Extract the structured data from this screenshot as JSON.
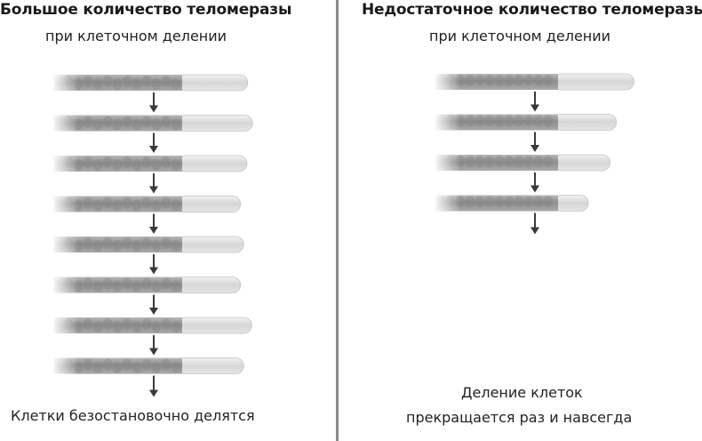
{
  "left": {
    "title": "Большое количество теломеразы",
    "subtitle": "при клеточном делении",
    "caption": "Клетки безостановочно делятся",
    "chromosome_count": 8,
    "telomere_lengths": [
      0.82,
      0.88,
      0.81,
      0.73,
      0.77,
      0.73,
      0.87,
      0.77
    ]
  },
  "right": {
    "title": "Недостаточное количество теломеразы",
    "subtitle": "при клеточном делении",
    "caption_lines": [
      "Деление клеток",
      "прекращается раз и навсегда"
    ],
    "chromosome_count": 4,
    "telomere_lengths": [
      0.95,
      0.73,
      0.65,
      0.38
    ]
  },
  "colors": {
    "chromosome_body": "#9c9c9c",
    "telomere": "#dedede",
    "arrow": "#3a3a3a",
    "divider": "#8a8a8a"
  }
}
